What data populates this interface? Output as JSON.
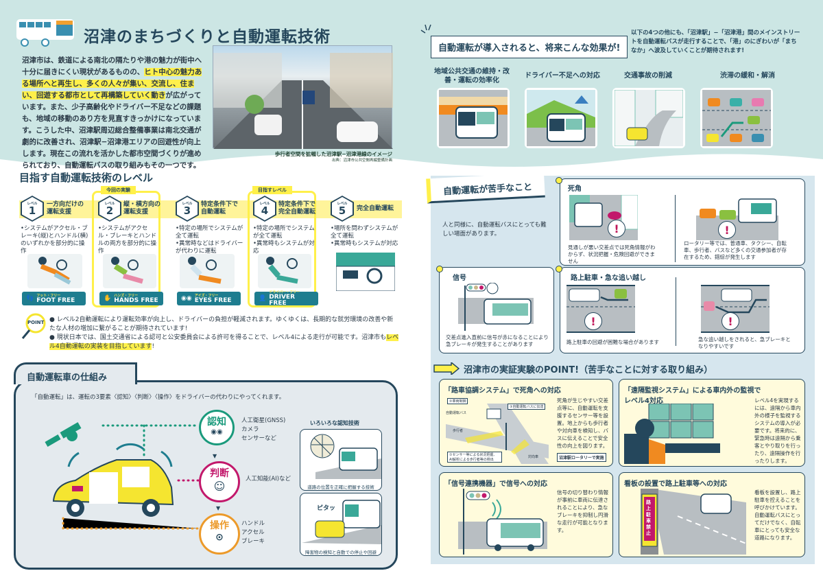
{
  "header": {
    "title": "沼津のまちづくりと自動運転技術",
    "intro_parts": [
      "沼津市は、鉄道による南北の隔たりや港の魅力が街中へ十分に届きにくい現状があるものの、",
      "ヒト中心の魅力ある場所へと再生し、多くの人々が集い、交流し、住まい、回遊する都市として再構築していく動き",
      "が広がっています。また、少子高齢化やドライバー不足などの課題も、地域の移動のあり方を見直すきっかけになっています。こうした中、沼津駅周辺総合整備事業は南北交通が劇的に改善され、沼津駅−沼津港エリアの回遊性が向上します。現在この流れを活かした都市空間づくりが進められており、自動運転バスの取り組みもその一つです。"
    ],
    "photo_caption": "歩行者空間を拡幅した沼津駅−沼津港線のイメージ",
    "photo_source": "出典：沼津市公共空間再編整備計画"
  },
  "effects": {
    "bubble": "自動運転が導入されると、将来こんな効果が!",
    "note": "以下の4つの他にも、「沼津駅」−「沼津港」間のメインストリートを自動運転バスが走行することで、「港」のにぎわいが「まちなか」へ波及していくことが期待されます!",
    "items": [
      {
        "title": "地域公共交通の維持・改善・運転の効率化"
      },
      {
        "title": "ドライバー不足への対応"
      },
      {
        "title": "交通事故の削減"
      },
      {
        "title": "渋滞の緩和・解消"
      }
    ]
  },
  "levels": {
    "heading": "目指す自動運転技術のレベル",
    "level_prefix": "レベル",
    "current_tag": "今回の実験",
    "target_tag": "目指すレベル",
    "items": [
      {
        "num": "1",
        "name": "一方向だけの運転支援",
        "desc": "•システムがアクセル・ブレーキ(縦)とハンドル(横)のいずれかを部分的に操作",
        "badge_jp": "フット・フリー",
        "badge_en": "FOOT FREE"
      },
      {
        "num": "2",
        "name": "縦・横方向の運転支援",
        "desc": "•システムがアクセル・ブレーキとハンドルの両方を部分的に操作",
        "badge_jp": "ハンズ・フリー",
        "badge_en": "HANDS FREE"
      },
      {
        "num": "3",
        "name": "特定条件下で自動運転",
        "desc": "•特定の場所でシステムが全て運転\n•異常時などはドライバーが代わりに運転",
        "badge_jp": "アイズ・フリー",
        "badge_en": "EYES FREE"
      },
      {
        "num": "4",
        "name": "特定条件下で完全自動運転",
        "desc": "•特定の場所でシステムが全て運転\n•異常時もシステムが対応",
        "badge_jp": "ドライバー・フリー",
        "badge_en": "DRIVER FREE"
      },
      {
        "num": "5",
        "name": "完全自動運転",
        "desc": "•場所を問わずシステムが全て運転\n•異常時もシステムが対応",
        "badge_jp": "",
        "badge_en": ""
      }
    ],
    "point_label": "POINT",
    "points": [
      "レベル2自動運転により運転効率が向上し、ドライバーの負担が軽減されます。ゆくゆくは、長期的な就労環境の改善や新たな人材の増加に繋がることが期待されています!",
      "現状日本では、国土交通省による認可と公安委員会による許可を得ることで、レベル4による走行が可能です。沼津市も",
      "レベル4自動運転の実装を目指しています",
      "!"
    ]
  },
  "mechanism": {
    "tab": "自動運転車の仕組み",
    "lead": "「自動運転」は、運転の3要素〈認知〉〈判断〉〈操作〉をドライバーの代わりにやってくれます。",
    "steps": [
      {
        "label": "認知",
        "detail": "人工衛星(GNSS)\nカメラ\nセンサーなど",
        "color": "#1a9a7c"
      },
      {
        "label": "判断",
        "detail": "人工知能(AI)など",
        "color": "#c2186b"
      },
      {
        "label": "操作",
        "detail": "ハンドル\nアクセル\nブレーキ",
        "color": "#ec9a2a"
      }
    ],
    "tech_heading": "いろいろな認知技術",
    "tech_cards": [
      {
        "caption": "道路の位置を正確に把握する技術"
      },
      {
        "caption": "障害物の検知と自動での停止や回避",
        "onomatopoeia": "ピタッ"
      }
    ]
  },
  "weak": {
    "heading": "自動運転が苦手なこと",
    "lead": "人と同様に、自動運転バスにとっても難しい場面があります。",
    "blind_spot": {
      "title": "死角",
      "left": "見通しが悪い交差点では死角情報がわからず、状況把握・危険回避ができません",
      "right": "ロータリー等では、普通車、タクシー、自転車、歩行者、バスなど多くの交通参加者が存在するため、錯綜が発生します"
    },
    "signal": {
      "title": "信号",
      "text": "交差点進入直前に信号が赤になることにより急ブレーキが発生することがあります"
    },
    "parking": {
      "title": "路上駐車・急な追い越し",
      "left": "路上駐車の回避が困難な場合があります",
      "right": "急な追い越しをされると、急ブレーキとなりやすいです"
    }
  },
  "trial": {
    "heading": "沼津市の実証実験のPOINT!（苦手なことに対する取り組み）",
    "cards": [
      {
        "title": "「路車協調システム」で死角への対応",
        "text": "死角が生じやすい交差点等に、自動運転を支援するセンサー等を設置。地上からも歩行者や対向車を検知し、バスに伝えることで安全性の向上を図ります。",
        "note": "沼津駅ロータリーで実施",
        "labels": [
          "②車両制御",
          "自動運転バス",
          "③自動運転バスに伝達",
          "歩行者",
          "①センサー等による状況把握、AI解析による歩行者等の検出",
          "対向車"
        ]
      },
      {
        "title": "「遠隔監視システム」による車内外の監視でレベル4対応",
        "text": "レベル4を実現するには、遠隔から車内外の様子を監視するシステムの導入が必要です。将来的に、緊急時は遠隔から乗客とやり取りを行ったり、遠隔操作を行ったりします。"
      },
      {
        "title": "「信号連携機器」で信号への対応",
        "text": "信号の切り替わり情報が事前に車両に伝達されることにより、急なブレーキを抑制し円滑な走行が可能となります。"
      },
      {
        "title": "看板の設置で路上駐車等への対応",
        "text": "看板を設置し、路上駐車を控えることを呼びかけています。自動運転バスにとってだけでなく、自転車にとっても安全な道路になります。",
        "sign": "路上駐車禁止"
      }
    ]
  },
  "colors": {
    "navy": "#25475c",
    "teal_bg": "#cce6e4",
    "yellow": "#fff04a",
    "magenta": "#c2186b",
    "green": "#1a9a7c",
    "orange": "#ec9a2a"
  }
}
